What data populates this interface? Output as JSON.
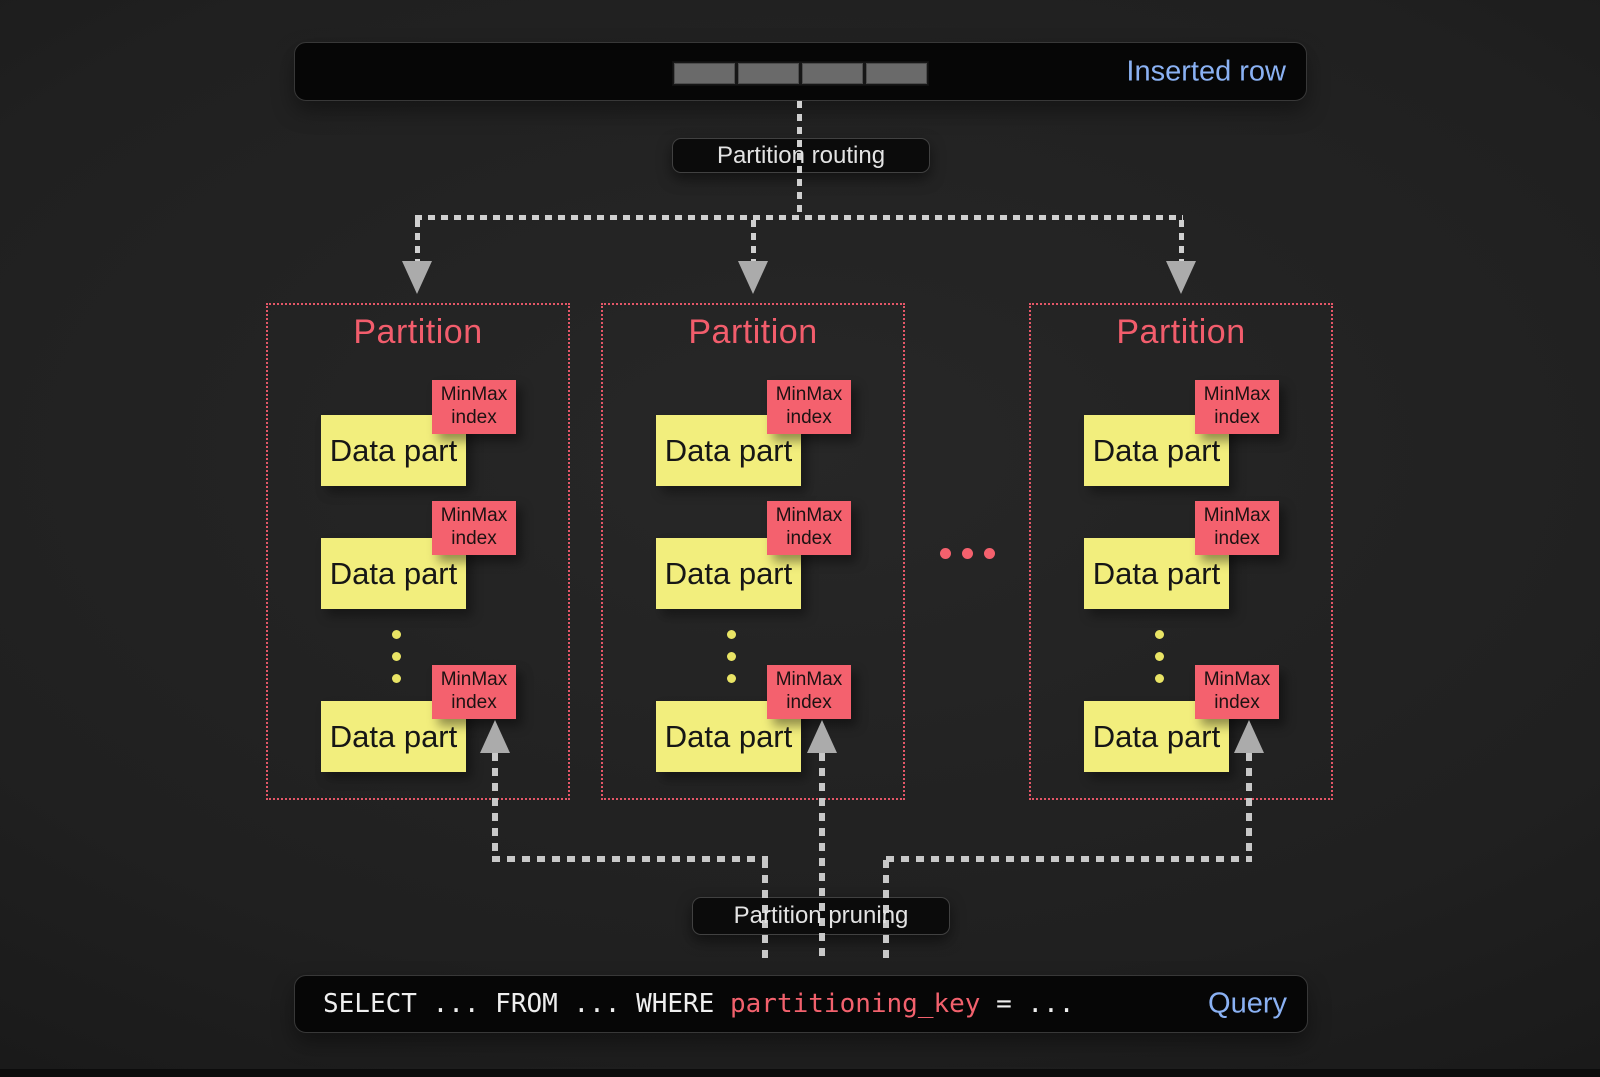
{
  "colors": {
    "background": "#202020",
    "bar_background": "#060606",
    "accent_blue": "#8ab1f3",
    "accent_red": "#f4616e",
    "accent_yellow": "#f2ee7d",
    "arrow_gray": "#c8c8c8"
  },
  "inserted_row_bar": {
    "label": "Inserted row",
    "segment_count": 4
  },
  "routing_pill": {
    "label": "Partition routing"
  },
  "pruning_pill": {
    "label": "Partition pruning"
  },
  "partitions": [
    {
      "title": "Partition",
      "data_parts": [
        {
          "label": "Data part",
          "index_tag": "MinMax index"
        },
        {
          "label": "Data part",
          "index_tag": "MinMax index"
        },
        {
          "label": "Data part",
          "index_tag": "MinMax index"
        }
      ]
    },
    {
      "title": "Partition",
      "data_parts": [
        {
          "label": "Data part",
          "index_tag": "MinMax index"
        },
        {
          "label": "Data part",
          "index_tag": "MinMax index"
        },
        {
          "label": "Data part",
          "index_tag": "MinMax index"
        }
      ]
    },
    {
      "title": "Partition",
      "data_parts": [
        {
          "label": "Data part",
          "index_tag": "MinMax index"
        },
        {
          "label": "Data part",
          "index_tag": "MinMax index"
        },
        {
          "label": "Data part",
          "index_tag": "MinMax index"
        }
      ]
    }
  ],
  "query_bar": {
    "sql_prefix": "SELECT ... FROM ... WHERE ",
    "sql_key": "partitioning_key",
    "sql_suffix": " = ...",
    "label": "Query"
  }
}
